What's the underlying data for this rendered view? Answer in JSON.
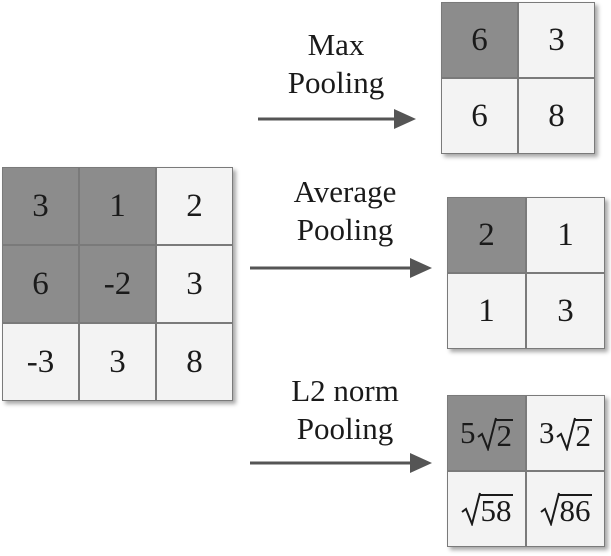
{
  "input": {
    "cells": [
      [
        "3",
        "1",
        "2"
      ],
      [
        "6",
        "-2",
        "3"
      ],
      [
        "-3",
        "3",
        "8"
      ]
    ]
  },
  "max_pooling": {
    "label_line1": "Max",
    "label_line2": "Pooling",
    "cells": [
      [
        "6",
        "3"
      ],
      [
        "6",
        "8"
      ]
    ]
  },
  "average_pooling": {
    "label_line1": "Average",
    "label_line2": "Pooling",
    "cells": [
      [
        "2",
        "1"
      ],
      [
        "1",
        "3"
      ]
    ]
  },
  "l2_pooling": {
    "label_line1": "L2 norm",
    "label_line2": "Pooling",
    "cells": [
      [
        {
          "coef": "5",
          "radicand": "2"
        },
        {
          "coef": "3",
          "radicand": "2"
        }
      ],
      [
        {
          "coef": "",
          "radicand": "58"
        },
        {
          "coef": "",
          "radicand": "86"
        }
      ]
    ]
  },
  "colors": {
    "shaded_cell": "#8c8c8c",
    "light_cell": "#f3f3f3",
    "arrow": "#555555",
    "border": "#7a7a7a"
  },
  "icons": {
    "arrow": "right-arrow-icon",
    "radical": "square-root-icon"
  }
}
